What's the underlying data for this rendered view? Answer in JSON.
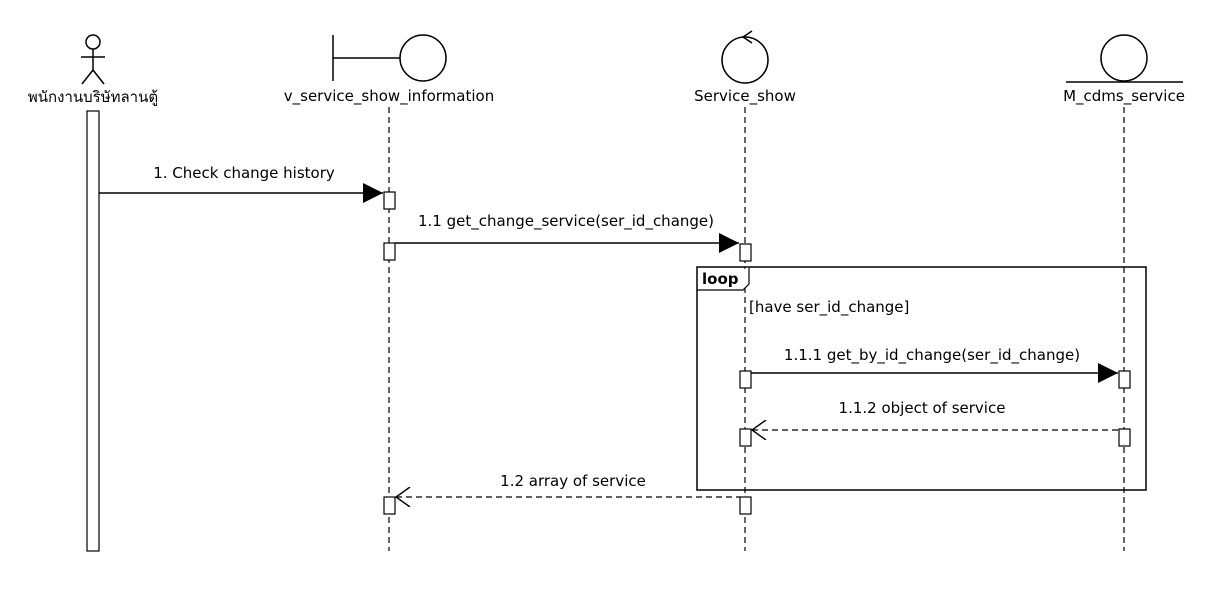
{
  "participants": {
    "actor": {
      "name": "พนักงานบริษัทลานตู้",
      "icon": "actor-stick-figure-icon"
    },
    "boundary": {
      "name": "v_service_show_information",
      "icon": "boundary-icon"
    },
    "control": {
      "name": "Service_show",
      "icon": "control-icon"
    },
    "entity": {
      "name": "M_cdms_service",
      "icon": "entity-icon"
    }
  },
  "messages": {
    "m1": "1. Check change history",
    "m1_1": "1.1 get_change_service(ser_id_change)",
    "m1_1_1": "1.1.1 get_by_id_change(ser_id_change)",
    "m1_1_2": "1.1.2 object of service",
    "m1_2": "1.2 array of service"
  },
  "fragment": {
    "operator": "loop",
    "guard": "[have ser_id_change]"
  }
}
